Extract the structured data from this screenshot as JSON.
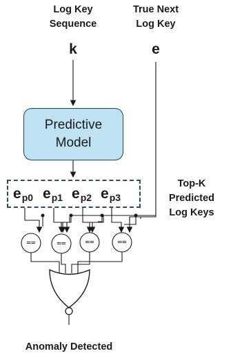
{
  "header": {
    "input_label": "Log Key\nSequence",
    "target_label": "True Next\nLog Key",
    "input_symbol": "k",
    "target_symbol": "e"
  },
  "model": {
    "line1": "Predictive",
    "line2": "Model"
  },
  "predictions": [
    {
      "base": "e",
      "sub": "p0"
    },
    {
      "base": "e",
      "sub": "p1"
    },
    {
      "base": "e",
      "sub": "p2"
    },
    {
      "base": "e",
      "sub": "p3"
    }
  ],
  "side_label": "Top-K\nPredicted\nLog Keys",
  "comparators": [
    "==",
    "==",
    "==",
    "=="
  ],
  "output_label": "Anomaly Detected"
}
